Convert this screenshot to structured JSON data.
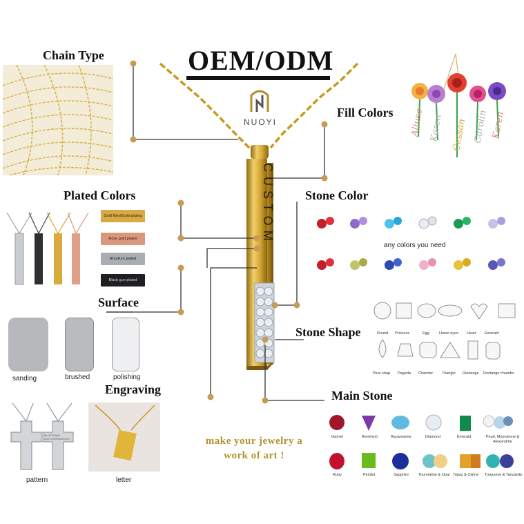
{
  "title": "OEM/ODM",
  "brand": "NUOYI",
  "pendant_text": "CUSTOM",
  "labels": {
    "chain_type": "Chain Type",
    "fill_colors": "Fill Colors",
    "plated_colors": "Plated Colors",
    "stone_color": "Stone Color",
    "surface": "Surface",
    "stone_shape": "Stone Shape",
    "engraving": "Engraving",
    "main_stone": "Main Stone"
  },
  "fill_names": [
    "Aliuso",
    "Karen",
    "Cessan",
    "Carolin",
    "Karen"
  ],
  "plated_chips": [
    "Gold filled/Gold plating",
    "Rose gold plated",
    "Rhodium plated",
    "Black gun plated"
  ],
  "stone_color_caption": "any colors you need",
  "surface_options": [
    "sanding",
    "brushed",
    "polishing"
  ],
  "shape_names_row1": [
    "Round",
    "Princess",
    "Egg",
    "Horse eyes",
    "Heart",
    "Emerald"
  ],
  "shape_names_row2": [
    "Pear shap",
    "Pagoda",
    "Chamfer",
    "Triangle",
    "Rectange",
    "Rectange chamfer"
  ],
  "engraving_options": [
    "pattern",
    "letter"
  ],
  "engraving_tag_text": [
    "Be STRONG",
    "and COURAGEOUS"
  ],
  "main_stones_row1": [
    "Garnet",
    "Amethyst",
    "Aquamarine",
    "Diamond",
    "Emerald",
    "Pearl, Moonstone & Alexandrite"
  ],
  "main_stones_row2": [
    "Ruby",
    "Peridot",
    "Sapphire",
    "Tourmaline & Opal",
    "Topaz & Citrine",
    "Turquoise & Tanzanite"
  ],
  "tagline": [
    "make your jewelry a",
    "work of art !"
  ],
  "colors": {
    "gold": "#d4a62c",
    "gold_dark": "#a77a13",
    "connector": "#c79a55",
    "tagline": "#b2912e"
  }
}
